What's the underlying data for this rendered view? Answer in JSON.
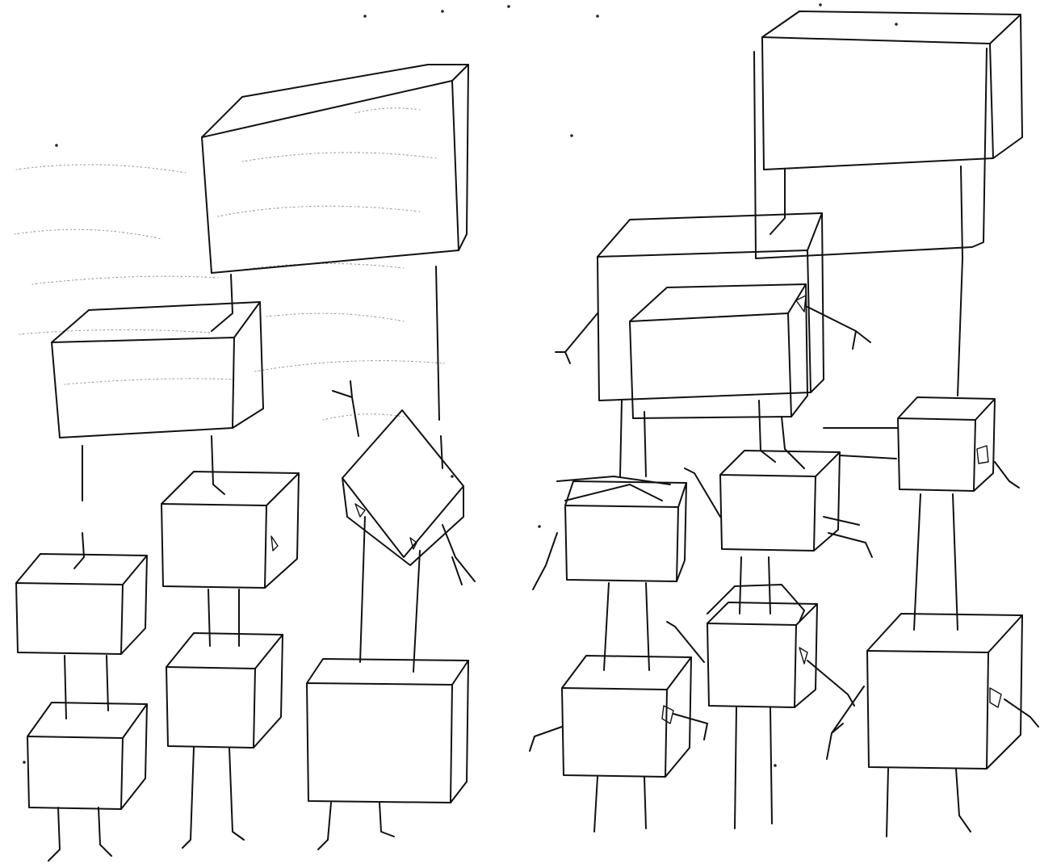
{
  "sketch": {
    "background": "#ffffff",
    "ink": "#111111",
    "figures": [
      {
        "name": "left-figure-1",
        "boxes": 2
      },
      {
        "name": "left-figure-2",
        "boxes": 2
      },
      {
        "name": "left-figure-3",
        "boxes": 2
      },
      {
        "name": "right-figure-1",
        "boxes": 2
      },
      {
        "name": "right-figure-2",
        "boxes": 2
      },
      {
        "name": "right-figure-3",
        "boxes": 2
      }
    ]
  }
}
